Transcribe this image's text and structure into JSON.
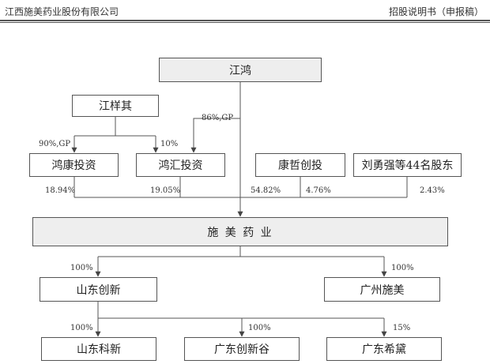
{
  "header": {
    "company": "江西施美药业股份有限公司",
    "doc_type": "招股说明书（申报稿）"
  },
  "nodes": {
    "jiang_hong": "江鸿",
    "jiang_xiangqi": "江样其",
    "hongkang": "鸿康投资",
    "honghui": "鸿汇投资",
    "kangzhe": "康哲创投",
    "liu_etal": "刘勇强等44名股东",
    "shimei": "施 美 药 业",
    "shandong_chuangxin": "山东创新",
    "guangzhou_shimei": "广州施美",
    "shandong_keji": "山东科新",
    "guangdong_chuangxingu": "广东创新谷",
    "guangdong_xidai": "广东希黛"
  },
  "edges": {
    "jx_hongkang": "90%,GP",
    "jx_honghui": "10%",
    "jh_honghui": "86%,GP",
    "hongkang_shimei": "18.94%",
    "honghui_shimei": "19.05%",
    "jh_shimei": "54.82%",
    "kangzhe_shimei": "4.76%",
    "liu_shimei": "2.43%",
    "shimei_sdcx": "100%",
    "shimei_gzsm": "100%",
    "sdcx_sdkx": "100%",
    "sdcx_gdcxg": "100%",
    "sdcx_gdxd": "15%"
  }
}
